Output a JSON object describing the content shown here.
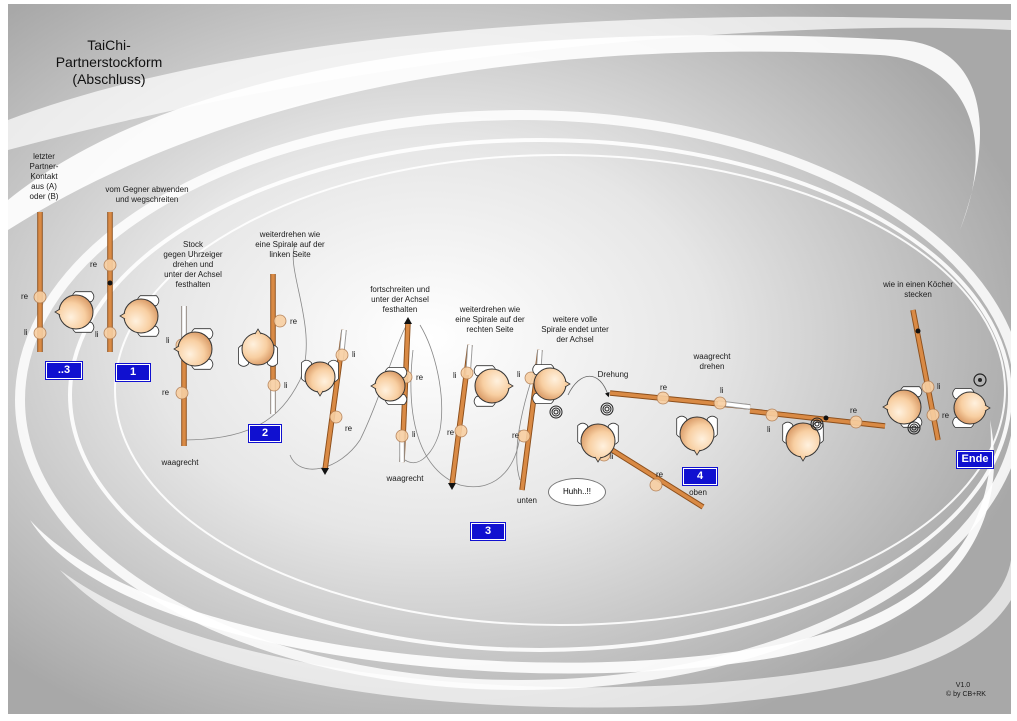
{
  "title": {
    "line1": "TaiChi-Partnerstockform",
    "line2": "(Abschluss)"
  },
  "steps": {
    "step0": "letzter\nPartner-\nKontakt\naus (A)\noder (B)",
    "step1": "vom Gegner abwenden\nund wegschreiten",
    "step2": "Stock\ngegen Uhrzeiger\ndrehen und\nunter der Achsel\nfesthalten",
    "step3": "weiterdrehen wie\neine Spirale auf der\nlinken Seite",
    "step4": "fortschreiten und\nunter der Achsel\nfesthalten",
    "step5": "weiterdrehen wie\neine Spirale auf der\nrechten Seite",
    "step6": "weitere volle\nSpirale endet unter\nder Achsel",
    "step7": "Drehung",
    "step8": "waagrecht\ndrehen",
    "step9": "wie in einen Köcher\nstecken"
  },
  "notes": {
    "waagrecht1": "waagrecht",
    "waagrecht2": "waagrecht",
    "unten": "unten",
    "oben": "oben",
    "huhh": "Huhh..!!"
  },
  "hands": {
    "re": "re",
    "li": "li"
  },
  "badges": {
    "b3a": "..3",
    "b1": "1",
    "b2": "2",
    "b3": "3",
    "b4": "4",
    "ende": "Ende"
  },
  "footer": {
    "version": "V1.0",
    "credit": "© by CB+RK"
  },
  "colors": {
    "staff": "#d4803a",
    "staff_dark": "#a85a1e",
    "head": "#f8cfa2",
    "badge": "#1010d0",
    "background_gradient": "#9e9e9e"
  }
}
